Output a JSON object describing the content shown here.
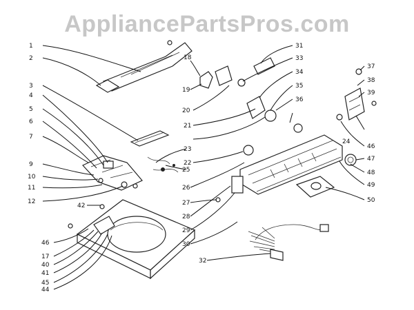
{
  "watermark": "AppliancePartsPros.com",
  "callouts": [
    "1",
    "2",
    "3",
    "4",
    "5",
    "6",
    "7",
    "9",
    "10",
    "11",
    "12",
    "42",
    "46",
    "17",
    "40",
    "41",
    "45",
    "44",
    "18",
    "19",
    "20",
    "21",
    "22",
    "23",
    "24",
    "25",
    "26",
    "27",
    "28",
    "29",
    "30",
    "31",
    "32",
    "33",
    "34",
    "35",
    "36",
    "37",
    "38",
    "39",
    "46",
    "47",
    "48",
    "49",
    "50"
  ]
}
